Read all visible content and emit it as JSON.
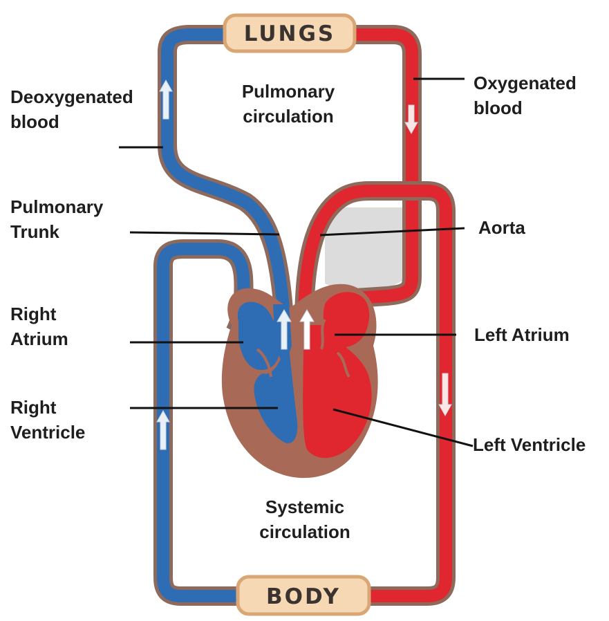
{
  "organs": {
    "lungs": "LUNGS",
    "body": "BODY"
  },
  "circulations": {
    "pulmonary": [
      "Pulmonary",
      "circulation"
    ],
    "systemic": [
      "Systemic",
      "circulation"
    ]
  },
  "labels": {
    "deoxygenated_blood": [
      "Deoxygenated",
      "blood"
    ],
    "oxygenated_blood": [
      "Oxygenated",
      "blood"
    ],
    "pulmonary_trunk": [
      "Pulmonary",
      "Trunk"
    ],
    "aorta": "Aorta",
    "right_atrium": [
      "Right",
      "Atrium"
    ],
    "left_atrium": "Left Atrium",
    "right_ventricle": [
      "Right",
      "Ventricle"
    ],
    "left_ventricle": "Left Ventricle"
  },
  "colors": {
    "deoxygenated": "#2e6db4",
    "oxygenated": "#e0262e",
    "vessel_outline": "#8e6a5c",
    "heart_muscle": "#a86a57",
    "organ_fill": "#f6d8b4",
    "organ_border": "#d9a675",
    "gap_fill": "#dcdcdc"
  }
}
